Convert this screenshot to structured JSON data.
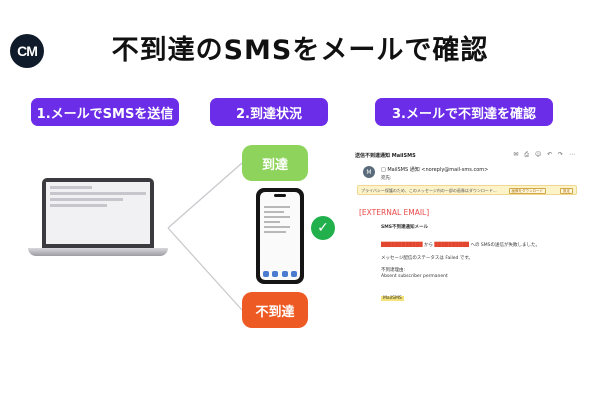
{
  "logo": {
    "text": "CM"
  },
  "title": "不到達のSMSをメールで確認",
  "steps": [
    {
      "label": "1.メールでSMSを送信"
    },
    {
      "label": "2.到達状況"
    },
    {
      "label": "3.メールで不到達を確認"
    }
  ],
  "status": {
    "delivered": "到達",
    "undelivered": "不到達"
  },
  "icons": {
    "logo": "cm-logo-icon",
    "check": "check-circle-icon"
  },
  "colors": {
    "accent": "#6c2de8",
    "delivered": "#8ed45c",
    "undelivered": "#ee5a24",
    "check": "#21b04b"
  },
  "email": {
    "subject": "送信不到達通知 MailSMS",
    "avatar_letter": "M",
    "from": "□ MailSMS 通知 <noreply@mail-sms.com>",
    "to": "宛先:",
    "privacy_notice": "プライバシー保護のため、このメッセージ内の一部の画像はダウンロード...",
    "privacy_btn_download": "画像をダウンロード",
    "privacy_btn_settings": "設定",
    "external_tag": "[EXTERNAL EMAIL]",
    "heading": "SMS不到達通知メール",
    "body_from_prefix": "から",
    "body_text": "への SMSの送信が失敗しました。",
    "status_line": "メッセージ配信のステータスは Failed です。",
    "reason_label": "不到達理由:",
    "reason_value": "Absent subscriber permanent",
    "sign": "MailSMS"
  }
}
